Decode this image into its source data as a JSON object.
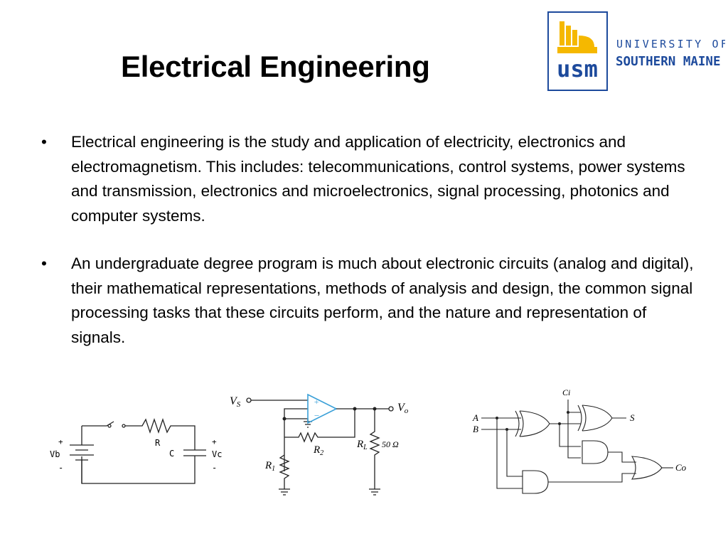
{
  "title": "Electrical Engineering",
  "logo": {
    "mark": "usm",
    "line1": "UNIVERSITY OF",
    "line2": "SOUTHERN MAINE",
    "colors": {
      "blue": "#1d4a9c",
      "gold": "#f5b800"
    }
  },
  "bullets": [
    {
      "marker": "•",
      "text": "Electrical engineering is the study and application of electricity, electronics and electromagnetism. This includes: telecommunications, control systems, power systems and transmission, electronics and microelectronics, signal processing, photonics and computer systems."
    },
    {
      "marker": "•",
      "text": "An undergraduate degree program is much about electronic circuits (analog and digital), their mathematical representations, methods of analysis and design, the common signal processing tasks that these circuits perform, and the nature and representation of signals."
    }
  ],
  "rc_circuit": {
    "r_label": "R",
    "c_label": "C",
    "vb_plus": "+",
    "vb_label": "Vb",
    "vb_minus": "-",
    "vc_plus": "+",
    "vc_label": "Vc",
    "vc_minus": "-"
  },
  "opamp_circuit": {
    "vs_label": "V",
    "vs_sub": "S",
    "vo_label": "V",
    "vo_sub": "o",
    "plus": "+",
    "minus": "−",
    "r1_label": "R",
    "r1_sub": "1",
    "r2_label": "R",
    "r2_sub": "2",
    "rl_label": "R",
    "rl_sub": "L",
    "rl_value": "50 Ω"
  },
  "adder_circuit": {
    "a_label": "A",
    "b_label": "B",
    "ci_label": "Ci",
    "s_label": "S",
    "co_label": "Co"
  }
}
